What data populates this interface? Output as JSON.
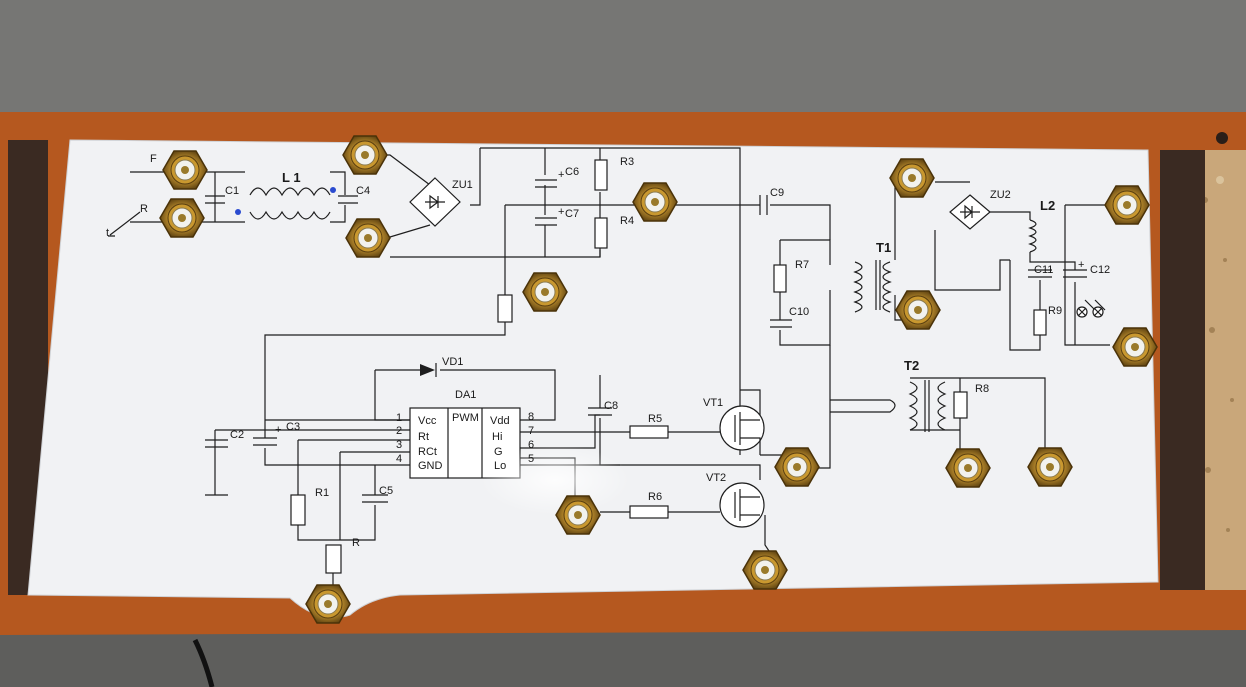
{
  "scene": {
    "colors": {
      "wall": "#7a7a78",
      "frame": "#b5581f",
      "frame_dark": "#3a2a22",
      "panel": "#f1f2f4",
      "cork": "#c9a77a",
      "connector_gold": "#b88a2c",
      "connector_white": "#f2f2ee"
    }
  },
  "labels": {
    "F": "F",
    "R_in": "R",
    "t": "t",
    "C1": "C1",
    "L1": "L 1",
    "C4": "C4",
    "ZU1": "ZU1",
    "C6": "C6",
    "R3": "R3",
    "C7": "C7",
    "R4": "R4",
    "C9": "C9",
    "R7": "R7",
    "C10": "C10",
    "T1": "T1",
    "ZU2": "ZU2",
    "L2": "L2",
    "C11": "C11",
    "C12": "C12",
    "R9": "R9",
    "T2": "T2",
    "R8": "R8",
    "VD1": "VD1",
    "DA1": "DA1",
    "C8": "C8",
    "VT1": "VT1",
    "VT2": "VT2",
    "R5": "R5",
    "R6": "R6",
    "C2": "C2",
    "C3": "C3",
    "R1": "R1",
    "C5": "C5",
    "R": "R",
    "pwm": "PWM",
    "ic_left": [
      "Vcc",
      "Rt",
      "RCt",
      "GND"
    ],
    "ic_right": [
      "Vdd",
      "Hi",
      "G",
      "Lo"
    ],
    "pin_left": [
      "1",
      "2",
      "3",
      "4"
    ],
    "pin_right": [
      "8",
      "7",
      "6",
      "5"
    ],
    "plus": "+"
  }
}
